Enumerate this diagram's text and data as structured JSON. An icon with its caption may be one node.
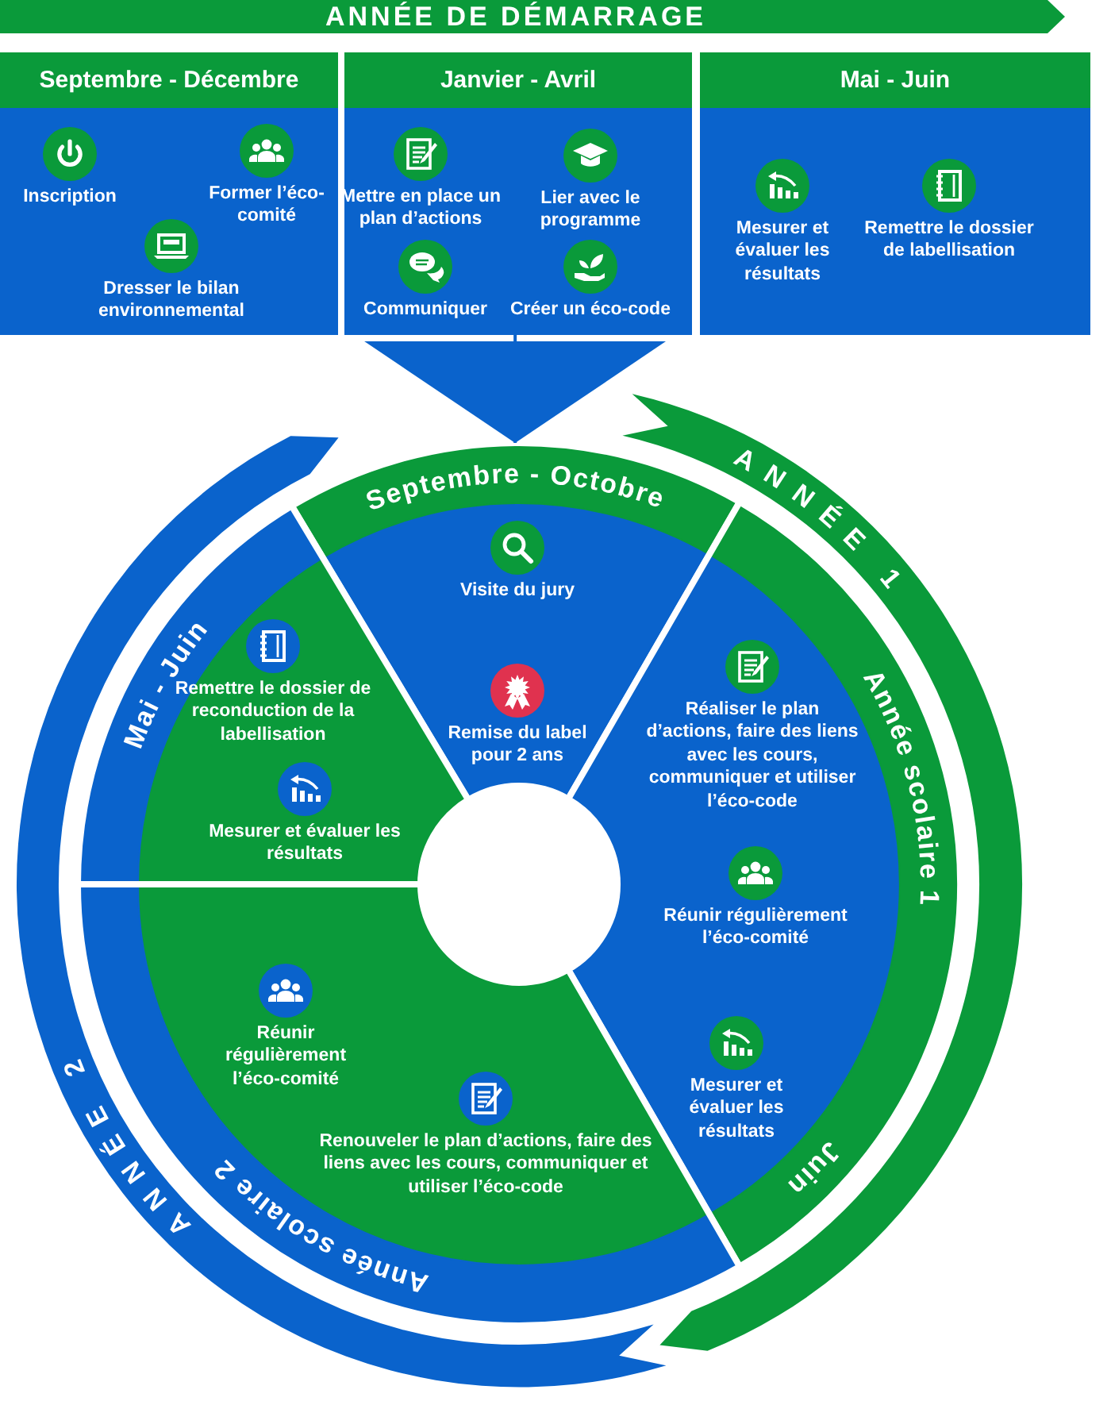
{
  "diagram": {
    "nodes": [
      {
        "text": [
          "ANNÉE DE DÉMARRAGE"
        ]
      },
      {
        "text": [
          "Septembre - Décembre"
        ]
      },
      {
        "text": [
          "Inscription"
        ],
        "in": 1
      },
      {
        "text": [
          "Former l’éco-comité"
        ],
        "in": 1
      },
      {
        "text": [
          "Dresser le bilan environnemental"
        ],
        "in": 1
      },
      {
        "text": [
          "Janvier - Avril"
        ]
      },
      {
        "text": [
          "Mettre en place un plan d’actions"
        ],
        "in": 5
      },
      {
        "text": [
          "Lier avec le programme"
        ],
        "in": 5
      },
      {
        "text": [
          "Communiquer"
        ],
        "in": 5
      },
      {
        "text": [
          "Créer un éco-code"
        ],
        "in": 5
      },
      {
        "text": [
          "Mai - Juin"
        ]
      },
      {
        "text": [
          "Mesurer et évaluer les résultats"
        ],
        "in": 10
      },
      {
        "text": [
          "Remettre le dossier de labellisation"
        ],
        "in": 10
      },
      {
        "text": [
          "ANNÉE 1"
        ]
      },
      {
        "text": [
          "ANNÉE 2"
        ]
      },
      {
        "text": [
          "Septembre - Octobre"
        ]
      },
      {
        "text": [
          "Visite du jury"
        ],
        "in": 15
      },
      {
        "text": [
          "Remise du label pour 2 ans"
        ],
        "in": 15
      },
      {
        "text": [
          "Année scolaire 1",
          "Juin"
        ]
      },
      {
        "text": [
          "Réaliser le plan d’actions, faire des liens avec les cours, communiquer et utiliser l’éco-code"
        ],
        "in": 18
      },
      {
        "text": [
          "Réunir régulièrement l’éco-comité"
        ],
        "in": 18
      },
      {
        "text": [
          "Mesurer et évaluer les résultats"
        ],
        "in": 18
      },
      {
        "text": [
          "Année scolaire 2"
        ]
      },
      {
        "text": [
          "Réunir régulièrement l’éco-comité"
        ],
        "in": 22
      },
      {
        "text": [
          "Renouveler le plan d’actions, faire des liens avec les cours, communiquer et utiliser l’éco-code"
        ],
        "in": 22
      },
      {
        "text": [
          "Mai - Juin"
        ]
      },
      {
        "text": [
          "Remettre le dossier de reconduction de la labellisation"
        ],
        "in": 25
      },
      {
        "text": [
          "Mesurer et évaluer les résultats"
        ],
        "in": 25
      }
    ],
    "edges": [
      {
        "from": 5,
        "to": 15,
        "arrow": "to"
      }
    ]
  }
}
